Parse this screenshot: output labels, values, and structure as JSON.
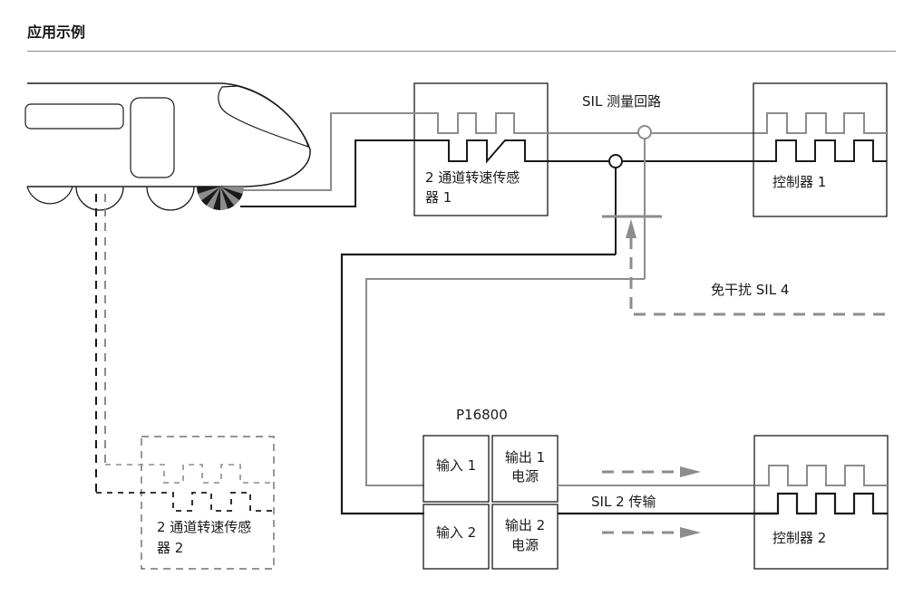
{
  "header": {
    "title": "应用示例"
  },
  "labels": {
    "sil_measure_loop": "SIL 测量回路",
    "sensor1_line1": "2 通道转速传感",
    "sensor1_line2": "器 1",
    "controller1": "控制器 1",
    "interference_free": "免干扰 SIL 4",
    "device_model": "P16800",
    "input1": "输入 1",
    "input2": "输入 2",
    "output1_line1": "输出 1",
    "output1_line2": "电源",
    "output2_line1": "输出 2",
    "output2_line2": "电源",
    "sil2_transmission": "SIL 2 传输",
    "controller2": "控制器 2",
    "sensor2_line1": "2 通道转速传感",
    "sensor2_line2": "器 2"
  },
  "colors": {
    "black_signal": "#1a1a1a",
    "gray_signal": "#8c8c8c",
    "dashed_arrow": "#8c8c8c",
    "rule": "#8a8a8a"
  }
}
